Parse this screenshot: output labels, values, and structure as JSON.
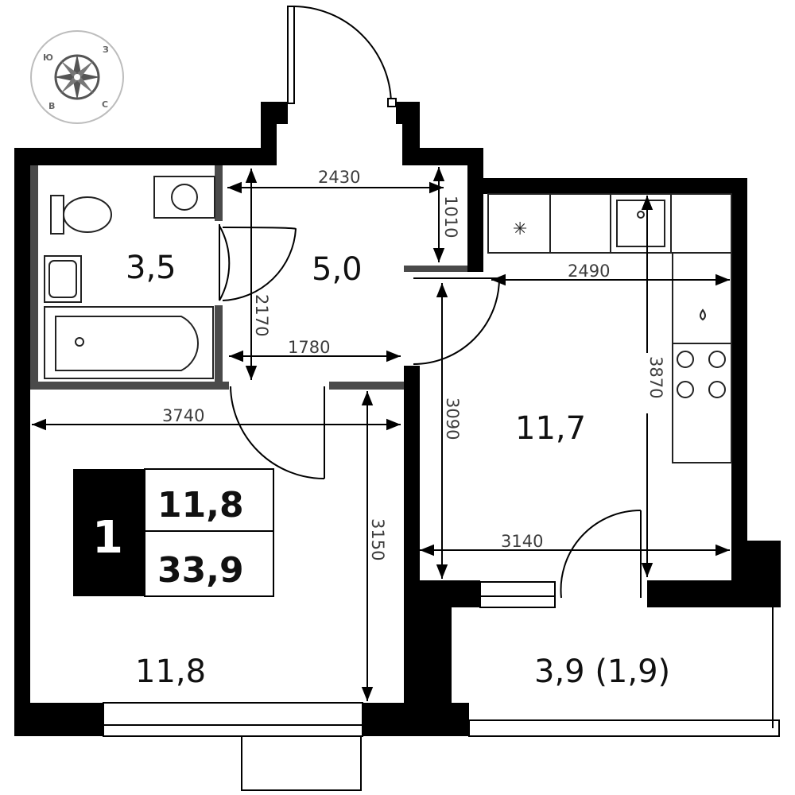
{
  "compass": {
    "letters": {
      "top_left": "Ю",
      "top_right": "З",
      "bottom_left": "В",
      "bottom_right": "С"
    },
    "icon": "compass-rose-icon"
  },
  "rooms": {
    "bathroom_area": "3,5",
    "hallway_area": "5,0",
    "kitchen_area": "11,7",
    "bedroom_area": "11,8",
    "balcony_area": "3,9 (1,9)"
  },
  "dimensions": {
    "hall_width": "2430",
    "hall_depth": "1010",
    "kitchen_top_width": "2490",
    "hall_height": "2170",
    "hall_lower_width": "1780",
    "bedroom_width": "3740",
    "kitchen_height": "3090",
    "kitchen_depth": "3870",
    "bedroom_height": "3150",
    "kitchen_bottom_width": "3140"
  },
  "summary_badge": {
    "rooms_count": "1",
    "living_area": "11,8",
    "total_area": "33,9"
  },
  "colors": {
    "wall": "#000000",
    "partition": "#4a4a4a",
    "fixture": "#222222",
    "dimension": "#000000"
  }
}
